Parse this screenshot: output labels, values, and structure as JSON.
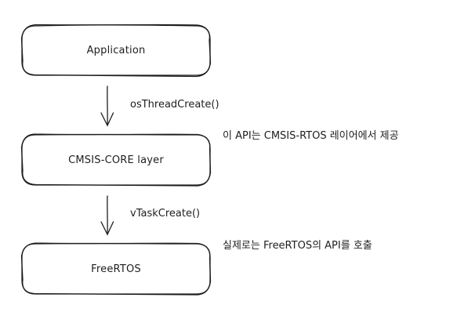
{
  "nodes": {
    "application": "Application",
    "cmsis": "CMSIS-CORE layer",
    "freertos": "FreeRTOS"
  },
  "edges": {
    "app_to_cmsis": "osThreadCreate()",
    "cmsis_to_freertos": "vTaskCreate()"
  },
  "notes": {
    "cmsis_note": "이 API는 CMSIS-RTOS 레이어에서 제공",
    "freertos_note": "실제로는 FreeRTOS의 API를 호출"
  },
  "colors": {
    "stroke": "#1e1e1e",
    "background": "#ffffff"
  }
}
